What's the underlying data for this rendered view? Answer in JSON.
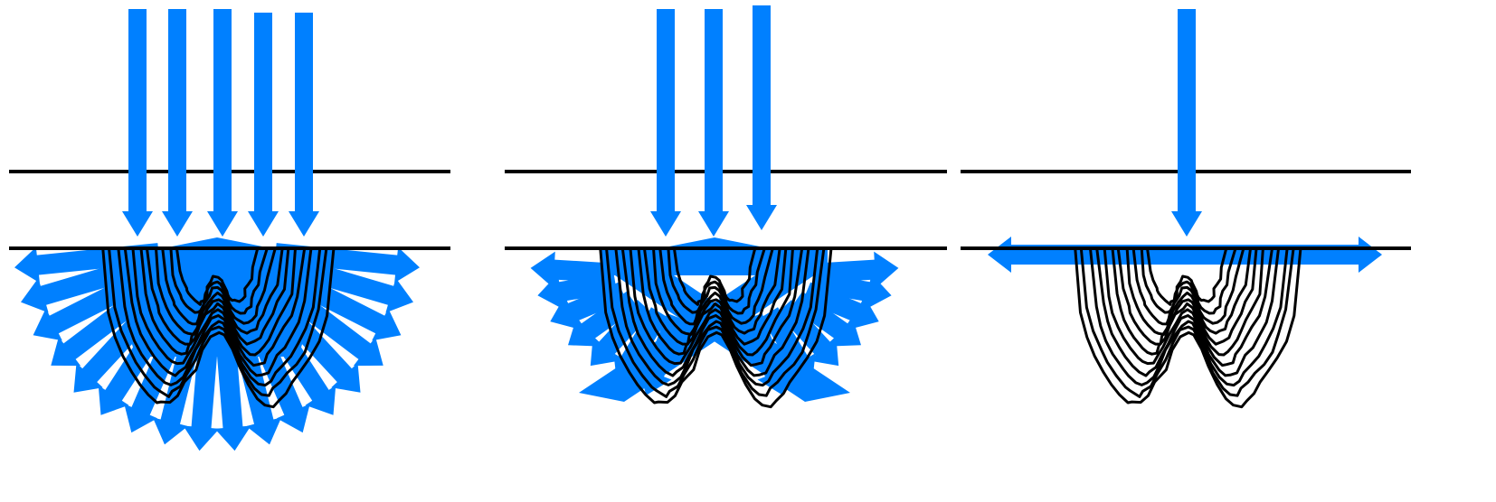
{
  "colors": {
    "arrow": "#0080ff",
    "contour": "#000000",
    "surface": "#000000",
    "background": "#ffffff"
  },
  "panels": [
    {
      "name": "panel-radial-scattering",
      "incident_arrows": 5,
      "scatter_mode": "radial"
    },
    {
      "name": "panel-diagonal-scattering",
      "incident_arrows": 3,
      "scatter_mode": "diagonal"
    },
    {
      "name": "panel-horizontal-scattering",
      "incident_arrows": 1,
      "scatter_mode": "horizontal"
    }
  ]
}
